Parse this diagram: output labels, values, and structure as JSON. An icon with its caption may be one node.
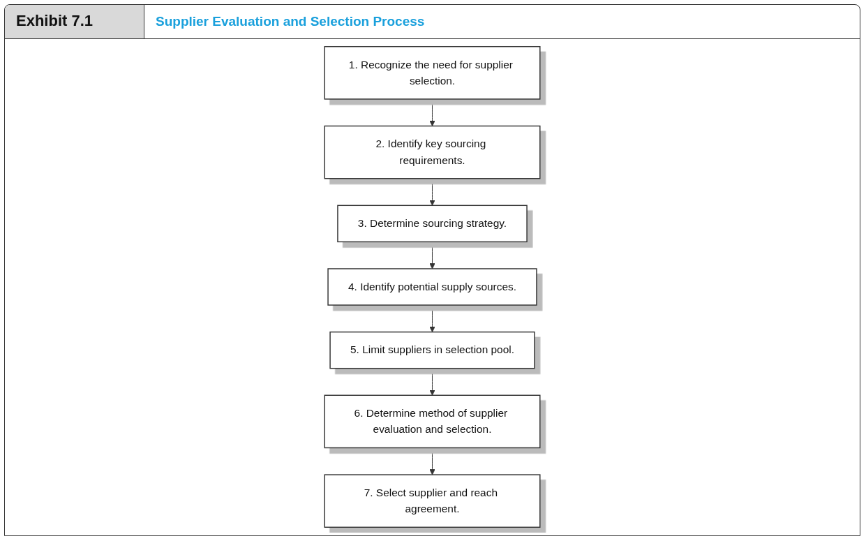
{
  "diagram": {
    "title": "Supplier Evaluation and Selection Process",
    "nodes": [
      {
        "text": [
          "1. Recognize the need for supplier selection."
        ]
      },
      {
        "text": [
          "2. Identify key sourcing requirements."
        ]
      },
      {
        "text": [
          "3. Determine sourcing strategy."
        ]
      },
      {
        "text": [
          "4. Identify potential supply sources."
        ]
      },
      {
        "text": [
          "5. Limit suppliers in selection pool."
        ]
      },
      {
        "text": [
          "6. Determine method of supplier evaluation and selection."
        ]
      },
      {
        "text": [
          "7. Select supplier and reach agreement."
        ]
      }
    ],
    "edges": [
      {
        "from": 0,
        "to": 1,
        "arrow": "to"
      },
      {
        "from": 1,
        "to": 2,
        "arrow": "to"
      },
      {
        "from": 2,
        "to": 3,
        "arrow": "to"
      },
      {
        "from": 3,
        "to": 4,
        "arrow": "to"
      },
      {
        "from": 4,
        "to": 5,
        "arrow": "to"
      },
      {
        "from": 5,
        "to": 6,
        "arrow": "to"
      }
    ],
    "labels": [
      "Exhibit 7.1"
    ]
  }
}
